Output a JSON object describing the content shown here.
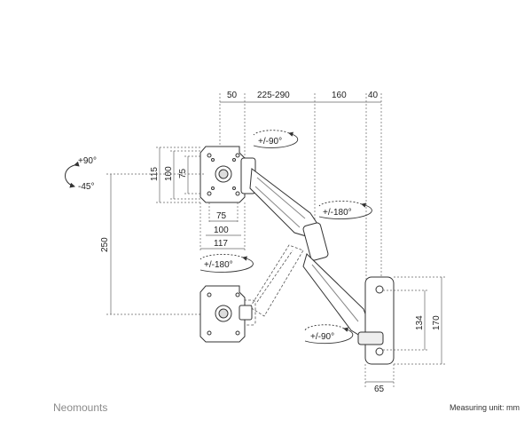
{
  "dimensions": {
    "top": [
      "50",
      "225-290",
      "160",
      "40"
    ],
    "vesa_vertical": [
      "115",
      "100",
      "75"
    ],
    "vesa_horizontal": [
      "75",
      "100",
      "117"
    ],
    "height_travel": "250",
    "wall_plate_height": [
      "134",
      "170"
    ],
    "wall_plate_width": "65"
  },
  "rotations": {
    "tilt_up": "+90°",
    "tilt_down": "-45°",
    "head_swivel": "+/-90°",
    "arm_swivel_upper": "+/-180°",
    "arm_swivel_lower": "+/-180°",
    "wall_swivel": "+/-90°"
  },
  "footer": {
    "brand": "Neomounts",
    "measuring_unit": "Measuring unit: mm"
  }
}
